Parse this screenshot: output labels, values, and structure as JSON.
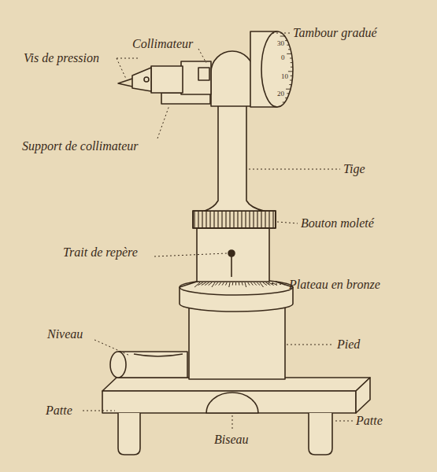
{
  "diagram": {
    "labels": [
      "Collimateur",
      "Vis de pression",
      "Support de collimateur",
      "Tambour gradué",
      "30",
      "0",
      "10",
      "20",
      "Tige",
      "Bouton moleté",
      "Trait de repère",
      "Plateau en bronze",
      "Niveau",
      "Pied",
      "Patte",
      "Biseau",
      "Patte"
    ]
  }
}
